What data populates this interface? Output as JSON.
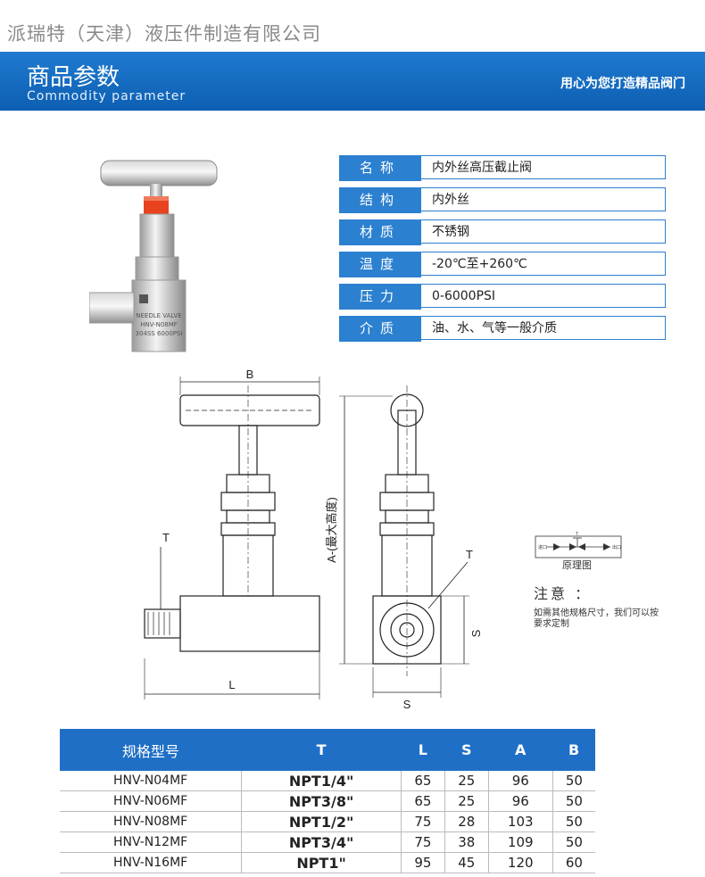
{
  "company": "派瑞特（天津）液压件制造有限公司",
  "banner": {
    "title": "商品参数",
    "subtitle": "Commodity parameter",
    "slogan": "用心为您打造精品阀门"
  },
  "photo_marking": [
    "NEEDLE VALVE",
    "HNV-N08MF",
    "304SS 6000PSI"
  ],
  "params": [
    {
      "label": "名称",
      "value": "内外丝高压截止阀"
    },
    {
      "label": "结构",
      "value": "内外丝"
    },
    {
      "label": "材质",
      "value": "不锈钢"
    },
    {
      "label": "温度",
      "value": "-20℃至+260℃"
    },
    {
      "label": "压力",
      "value": "0-6000PSI"
    },
    {
      "label": "介质",
      "value": "油、水、气等一般介质"
    }
  ],
  "drawing": {
    "dim_b": "B",
    "dim_t": "T",
    "dim_l": "L",
    "dim_a": "A-(最大高度)",
    "dim_t2": "T",
    "dim_s_side": "S",
    "dim_s_bottom": "S"
  },
  "schematic": {
    "caption": "原理图",
    "in": "进口",
    "out": "出口",
    "t": "T"
  },
  "note": {
    "title": "注意 ：",
    "text": "如需其他规格尺寸，我们可以按要求定制"
  },
  "colors": {
    "accent": "#1f6fc6",
    "label_bg": "#2c80d0"
  },
  "spec_table": {
    "headers": [
      "规格型号",
      "T",
      "L",
      "S",
      "A",
      "B"
    ],
    "rows": [
      [
        "HNV-N04MF",
        "NPT1/4\"",
        "65",
        "25",
        "96",
        "50"
      ],
      [
        "HNV-N06MF",
        "NPT3/8\"",
        "65",
        "25",
        "96",
        "50"
      ],
      [
        "HNV-N08MF",
        "NPT1/2\"",
        "75",
        "28",
        "103",
        "50"
      ],
      [
        "HNV-N12MF",
        "NPT3/4\"",
        "75",
        "38",
        "109",
        "50"
      ],
      [
        "HNV-N16MF",
        "NPT1\"",
        "95",
        "45",
        "120",
        "60"
      ]
    ]
  }
}
